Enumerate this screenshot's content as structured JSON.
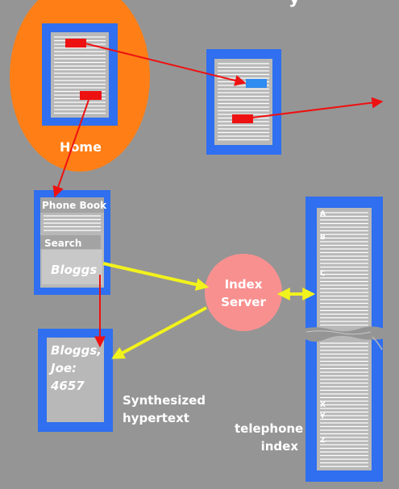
{
  "title_fragment": "y",
  "home": {
    "label": "Home"
  },
  "phone_book": {
    "title": "Phone Book",
    "search_label": "Search",
    "search_value": "Bloggs"
  },
  "index_server": {
    "line1": "Index",
    "line2": "Server"
  },
  "result_page": {
    "line1": "Bloggs,",
    "line2": "Joe:",
    "line3": "4657"
  },
  "synthesized": {
    "line1": "Synthesized",
    "line2": "hypertext"
  },
  "telephone_index": {
    "line1": "telephone",
    "line2": "index",
    "letters": [
      "A",
      "B",
      "C",
      "X",
      "Y",
      "Z"
    ]
  },
  "colors": {
    "background": "#959595",
    "page_frame": "#2f6ff0",
    "page_text_lines": "#ffffff",
    "home_blob": "#ff7f16",
    "link_anchor": "#ee1111",
    "link_arrow": "#ee1111",
    "query_arrow": "#f2f21c",
    "server": "#f99090",
    "target_anchor": "#2f8cf0"
  }
}
